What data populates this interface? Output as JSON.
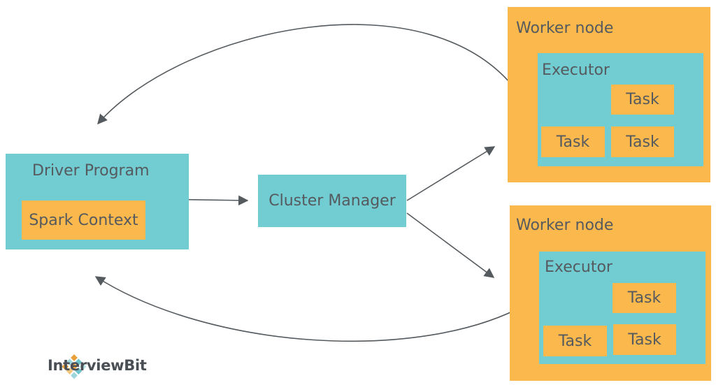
{
  "driver": {
    "title": "Driver Program",
    "context": "Spark Context"
  },
  "cluster_manager": {
    "label": "Cluster Manager"
  },
  "worker_nodes": [
    {
      "title": "Worker node",
      "executor": "Executor",
      "tasks": [
        "Task",
        "Task",
        "Task"
      ]
    },
    {
      "title": "Worker node",
      "executor": "Executor",
      "tasks": [
        "Task",
        "Task",
        "Task"
      ]
    }
  ],
  "logo": {
    "brand": "InterviewBit"
  },
  "colors": {
    "teal": "#72cdd3",
    "orange": "#fbb84d",
    "text": "#555a5e",
    "arrow": "#555a5e"
  }
}
